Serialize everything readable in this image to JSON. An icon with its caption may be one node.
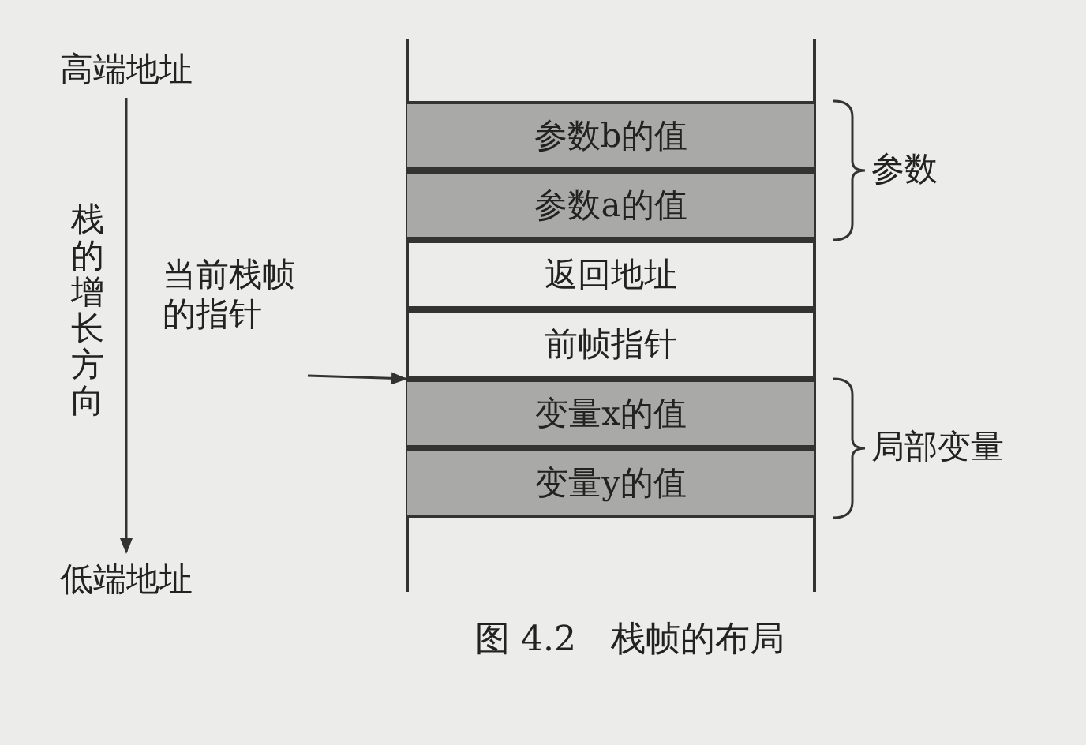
{
  "diagram": {
    "caption": "图 4.2　栈帧的布局",
    "nodes": [
      {
        "text": [
          "参数b的值"
        ]
      },
      {
        "text": [
          "参数a的值"
        ]
      },
      {
        "text": [
          "返回地址"
        ]
      },
      {
        "text": [
          "前帧指针"
        ]
      },
      {
        "text": [
          "变量x的值"
        ]
      },
      {
        "text": [
          "变量y的值"
        ]
      },
      {
        "text": [
          "当前栈帧的指针"
        ]
      }
    ],
    "edges": [
      {
        "from": 6,
        "to": 4,
        "arrow": "to"
      }
    ],
    "labels": [
      "高端地址",
      "栈的增长方向",
      "低端地址",
      "参数",
      "局部变量"
    ]
  }
}
